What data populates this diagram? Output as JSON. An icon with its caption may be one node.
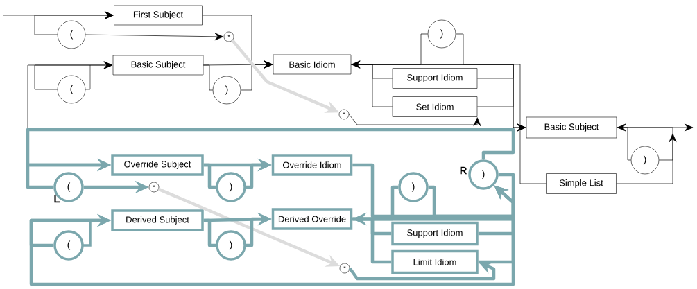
{
  "diagram": {
    "nodes": [
      {
        "text": [
          "First Subject"
        ]
      },
      {
        "text": [
          "("
        ]
      },
      {
        "text": [
          "*"
        ]
      },
      {
        "text": [
          "Basic Subject"
        ]
      },
      {
        "text": [
          "("
        ]
      },
      {
        "text": [
          ")"
        ]
      },
      {
        "text": [
          "Basic Idiom"
        ]
      },
      {
        "text": [
          ")"
        ]
      },
      {
        "text": [
          "Support Idiom"
        ]
      },
      {
        "text": [
          "Set Idiom"
        ]
      },
      {
        "text": [
          "*"
        ]
      },
      {
        "text": [
          "Basic Subject"
        ]
      },
      {
        "text": [
          ")"
        ]
      },
      {
        "text": [
          "Simple List"
        ]
      },
      {
        "text": [
          "Override Subject"
        ]
      },
      {
        "text": [
          "("
        ],
        "beside": [
          "L"
        ]
      },
      {
        "text": [
          "*"
        ]
      },
      {
        "text": [
          ")"
        ]
      },
      {
        "text": [
          "Override Idiom"
        ]
      },
      {
        "text": [
          "("
        ]
      },
      {
        "text": [
          "Derived Subject"
        ]
      },
      {
        "text": [
          ")"
        ]
      },
      {
        "text": [
          "Derived Override"
        ]
      },
      {
        "text": [
          ")"
        ]
      },
      {
        "text": [
          ")"
        ],
        "beside": [
          "R"
        ]
      },
      {
        "text": [
          "Support Idiom"
        ]
      },
      {
        "text": [
          "Limit Idiom"
        ]
      },
      {
        "text": [
          "*"
        ]
      }
    ],
    "edges": [
      {
        "from": null,
        "to": 0,
        "arrow": "to"
      },
      {
        "from": 1,
        "to": 0,
        "arrow": "to"
      },
      {
        "from": 1,
        "to": 2,
        "arrow": "to"
      },
      {
        "from": 0,
        "to": 6,
        "arrow": "to"
      },
      {
        "from": 4,
        "to": 3,
        "arrow": "to"
      },
      {
        "from": 3,
        "to": 6,
        "arrow": "to"
      },
      {
        "from": 3,
        "to": 5,
        "arrow": "none"
      },
      {
        "from": 5,
        "to": 6,
        "arrow": "to"
      },
      {
        "from": 2,
        "to": 10,
        "arrow": "to",
        "style": "thick",
        "color": "#dcdcdc"
      },
      {
        "from": 6,
        "to": 11,
        "arrow": "to"
      },
      {
        "from": 6,
        "to": 7,
        "arrow": "none"
      },
      {
        "from": 7,
        "to": 11,
        "arrow": "to"
      },
      {
        "from": 8,
        "to": 6,
        "arrow": "to"
      },
      {
        "from": 9,
        "to": 6,
        "arrow": "to"
      },
      {
        "from": 10,
        "to": 9,
        "arrow": "to"
      },
      {
        "from": 11,
        "to": null,
        "arrow": "to"
      },
      {
        "from": 12,
        "to": 11,
        "arrow": "to"
      },
      {
        "from": 6,
        "to": 13,
        "arrow": "none"
      },
      {
        "from": 13,
        "to": null,
        "arrow": "to"
      },
      {
        "from": 24,
        "to": 3,
        "arrow": "to"
      },
      {
        "from": 15,
        "to": 14,
        "arrow": "to",
        "style": "thick",
        "color": "#7ba7ad"
      },
      {
        "from": 15,
        "to": 16,
        "arrow": "to",
        "style": "thick",
        "color": "#7ba7ad"
      },
      {
        "from": 14,
        "to": 18,
        "arrow": "to",
        "style": "thick",
        "color": "#7ba7ad"
      },
      {
        "from": 14,
        "to": 17,
        "arrow": "none",
        "style": "thick",
        "color": "#7ba7ad"
      },
      {
        "from": 17,
        "to": 18,
        "arrow": "to",
        "style": "thick",
        "color": "#7ba7ad"
      },
      {
        "from": 16,
        "to": 27,
        "arrow": "to",
        "style": "thick",
        "color": "#dcdcdc"
      },
      {
        "from": 19,
        "to": 20,
        "arrow": "to",
        "style": "thick",
        "color": "#7ba7ad"
      },
      {
        "from": 20,
        "to": 22,
        "arrow": "to",
        "style": "thick",
        "color": "#7ba7ad"
      },
      {
        "from": 20,
        "to": 21,
        "arrow": "none",
        "style": "thick",
        "color": "#7ba7ad"
      },
      {
        "from": 21,
        "to": 22,
        "arrow": "to",
        "style": "thick",
        "color": "#7ba7ad"
      },
      {
        "from": 18,
        "to": 24,
        "arrow": "to",
        "style": "thick",
        "color": "#7ba7ad"
      },
      {
        "from": 22,
        "to": 24,
        "arrow": "to",
        "style": "thick",
        "color": "#7ba7ad"
      },
      {
        "from": 22,
        "to": 23,
        "arrow": "none",
        "style": "thick",
        "color": "#7ba7ad"
      },
      {
        "from": 23,
        "to": 24,
        "arrow": "to",
        "style": "thick",
        "color": "#7ba7ad"
      },
      {
        "from": 25,
        "to": 22,
        "arrow": "to",
        "style": "thick",
        "color": "#7ba7ad"
      },
      {
        "from": 26,
        "to": 22,
        "arrow": "to",
        "style": "thick",
        "color": "#7ba7ad"
      },
      {
        "from": 27,
        "to": 26,
        "arrow": "to",
        "style": "thick",
        "color": "#7ba7ad"
      },
      {
        "from": 24,
        "to": 14,
        "arrow": "to",
        "style": "thick",
        "color": "#7ba7ad"
      },
      {
        "from": 24,
        "to": 20,
        "arrow": "to",
        "style": "thick",
        "color": "#7ba7ad"
      },
      {
        "from": 6,
        "to": 8,
        "arrow": "none"
      },
      {
        "from": 6,
        "to": 9,
        "arrow": "none"
      },
      {
        "from": 11,
        "to": 12,
        "arrow": "none"
      },
      {
        "from": 22,
        "to": 25,
        "arrow": "none",
        "style": "thick",
        "color": "#7ba7ad"
      },
      {
        "from": 22,
        "to": 26,
        "arrow": "none",
        "style": "thick",
        "color": "#7ba7ad"
      }
    ]
  }
}
